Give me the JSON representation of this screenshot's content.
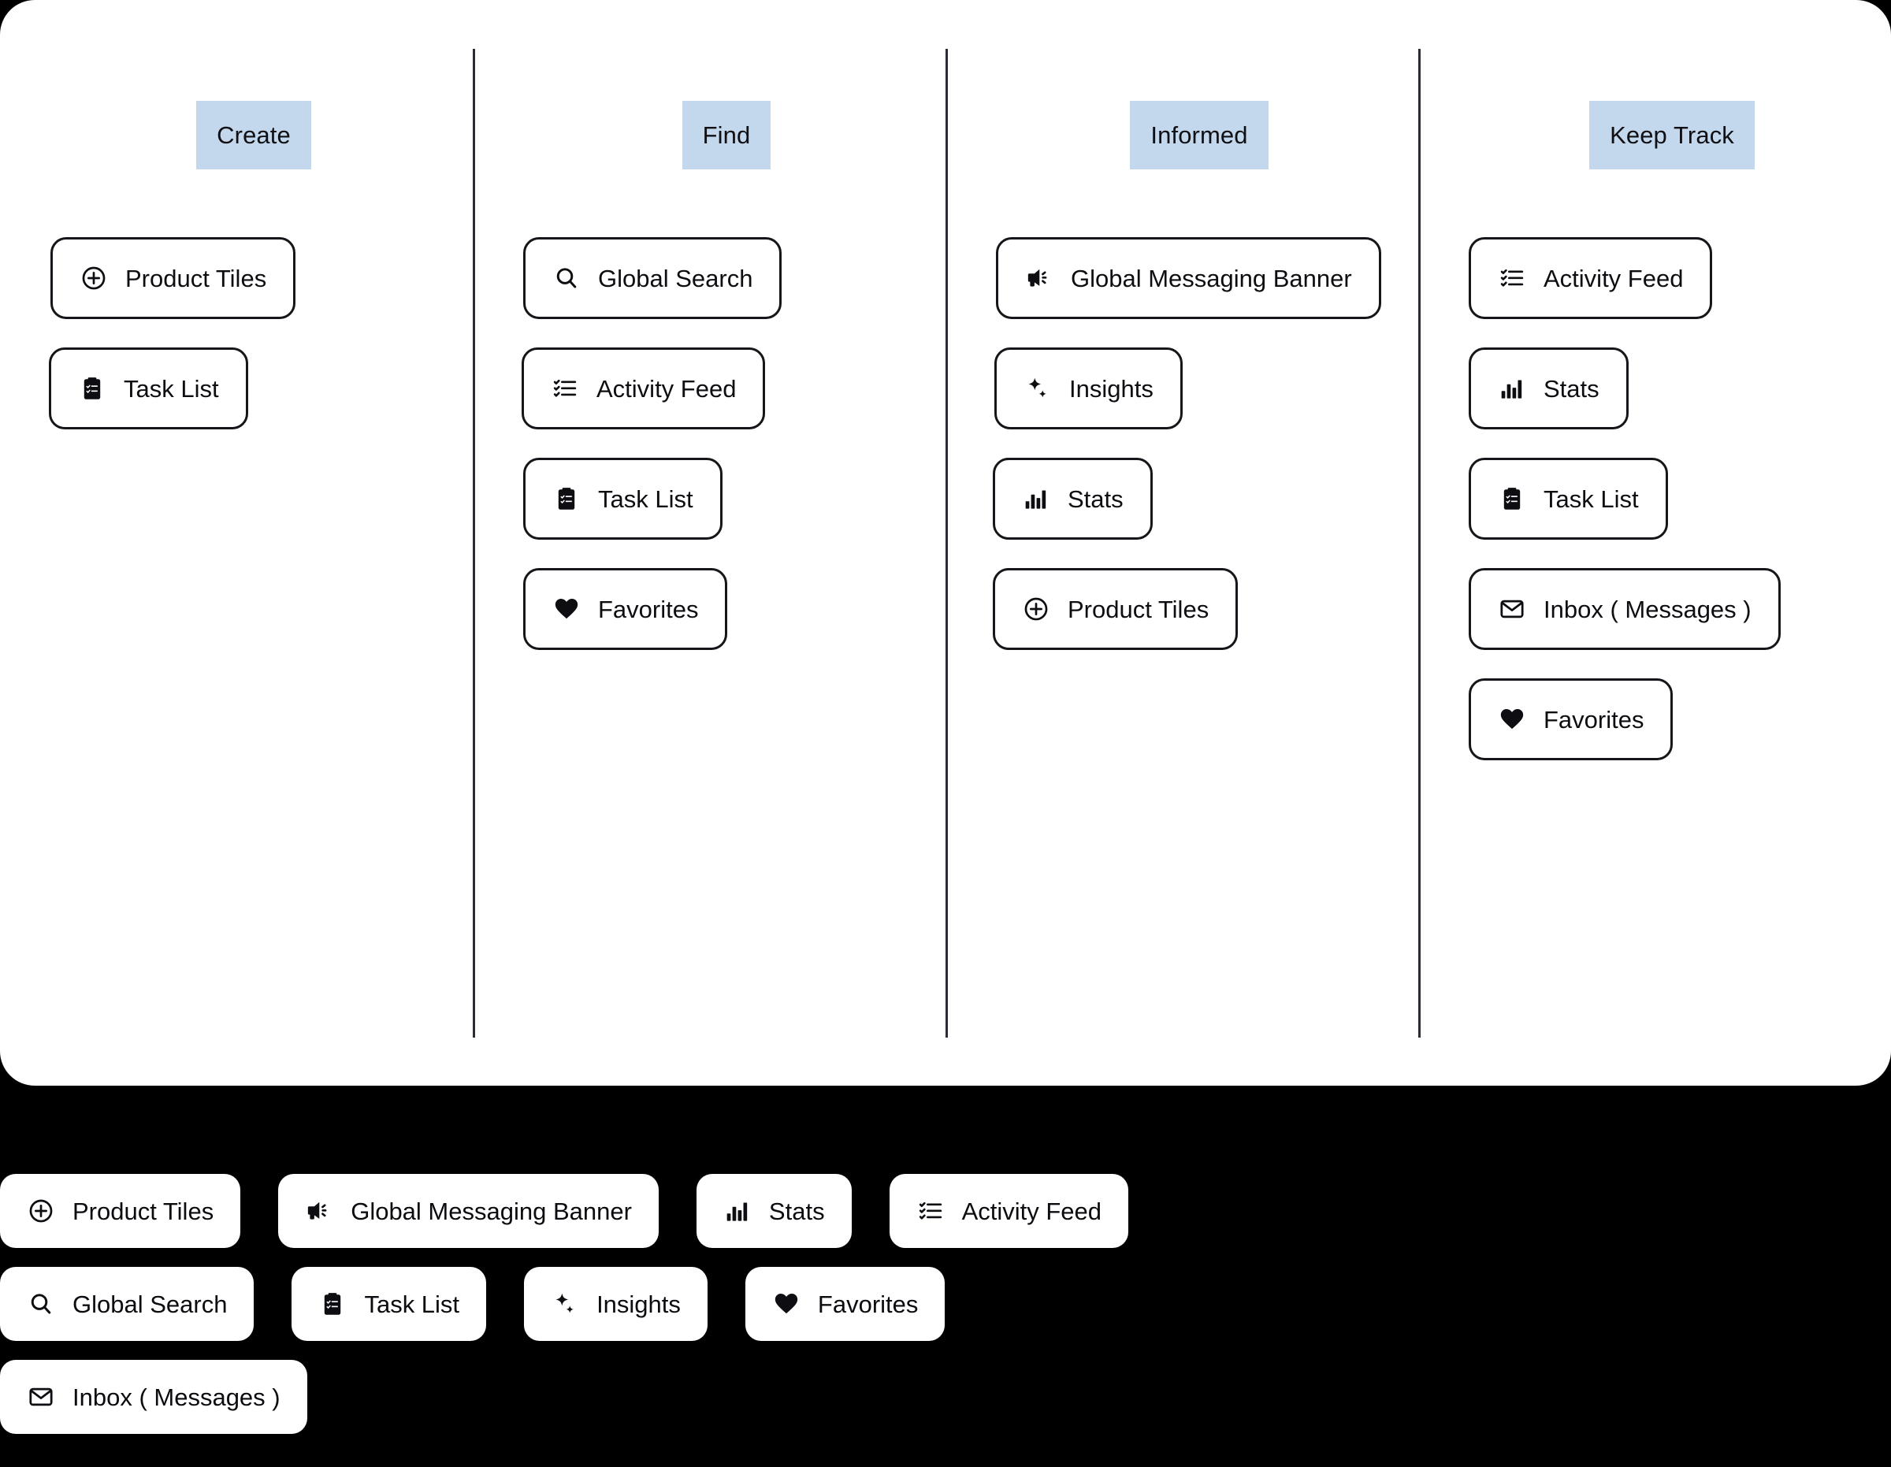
{
  "theme": {
    "board_background": "#ffffff",
    "tray_background": "#000000",
    "header_chip_background": "#c3d8ec",
    "chip_border": "#15151a",
    "text_color": "#0d0d12",
    "divider_color": "#2b2b33"
  },
  "board": {
    "columns": [
      {
        "header": "Create",
        "items": [
          {
            "label": "Product Tiles",
            "icon": "plus-circle-icon"
          },
          {
            "label": "Task List",
            "icon": "clipboard-checklist-icon"
          }
        ]
      },
      {
        "header": "Find",
        "items": [
          {
            "label": "Global Search",
            "icon": "search-icon"
          },
          {
            "label": "Activity Feed",
            "icon": "checklist-icon"
          },
          {
            "label": "Task List",
            "icon": "clipboard-checklist-icon"
          },
          {
            "label": "Favorites",
            "icon": "heart-icon"
          }
        ]
      },
      {
        "header": "Informed",
        "items": [
          {
            "label": "Global Messaging Banner",
            "icon": "megaphone-icon"
          },
          {
            "label": "Insights",
            "icon": "sparkle-icon"
          },
          {
            "label": "Stats",
            "icon": "bar-chart-icon"
          },
          {
            "label": "Product Tiles",
            "icon": "plus-circle-icon"
          }
        ]
      },
      {
        "header": "Keep Track",
        "items": [
          {
            "label": "Activity Feed",
            "icon": "checklist-icon"
          },
          {
            "label": "Stats",
            "icon": "bar-chart-icon"
          },
          {
            "label": "Task List",
            "icon": "clipboard-checklist-icon"
          },
          {
            "label": "Inbox ( Messages )",
            "icon": "envelope-icon"
          },
          {
            "label": "Favorites",
            "icon": "heart-icon"
          }
        ]
      }
    ]
  },
  "tray": {
    "rows": [
      [
        {
          "label": "Product Tiles",
          "icon": "plus-circle-icon"
        },
        {
          "label": "Global Messaging Banner",
          "icon": "megaphone-icon"
        },
        {
          "label": "Stats",
          "icon": "bar-chart-icon"
        },
        {
          "label": "Activity Feed",
          "icon": "checklist-icon"
        }
      ],
      [
        {
          "label": "Global Search",
          "icon": "search-icon"
        },
        {
          "label": "Task List",
          "icon": "clipboard-checklist-icon"
        },
        {
          "label": "Insights",
          "icon": "sparkle-icon"
        },
        {
          "label": "Favorites",
          "icon": "heart-icon"
        }
      ],
      [
        {
          "label": "Inbox ( Messages )",
          "icon": "envelope-icon"
        }
      ]
    ]
  }
}
